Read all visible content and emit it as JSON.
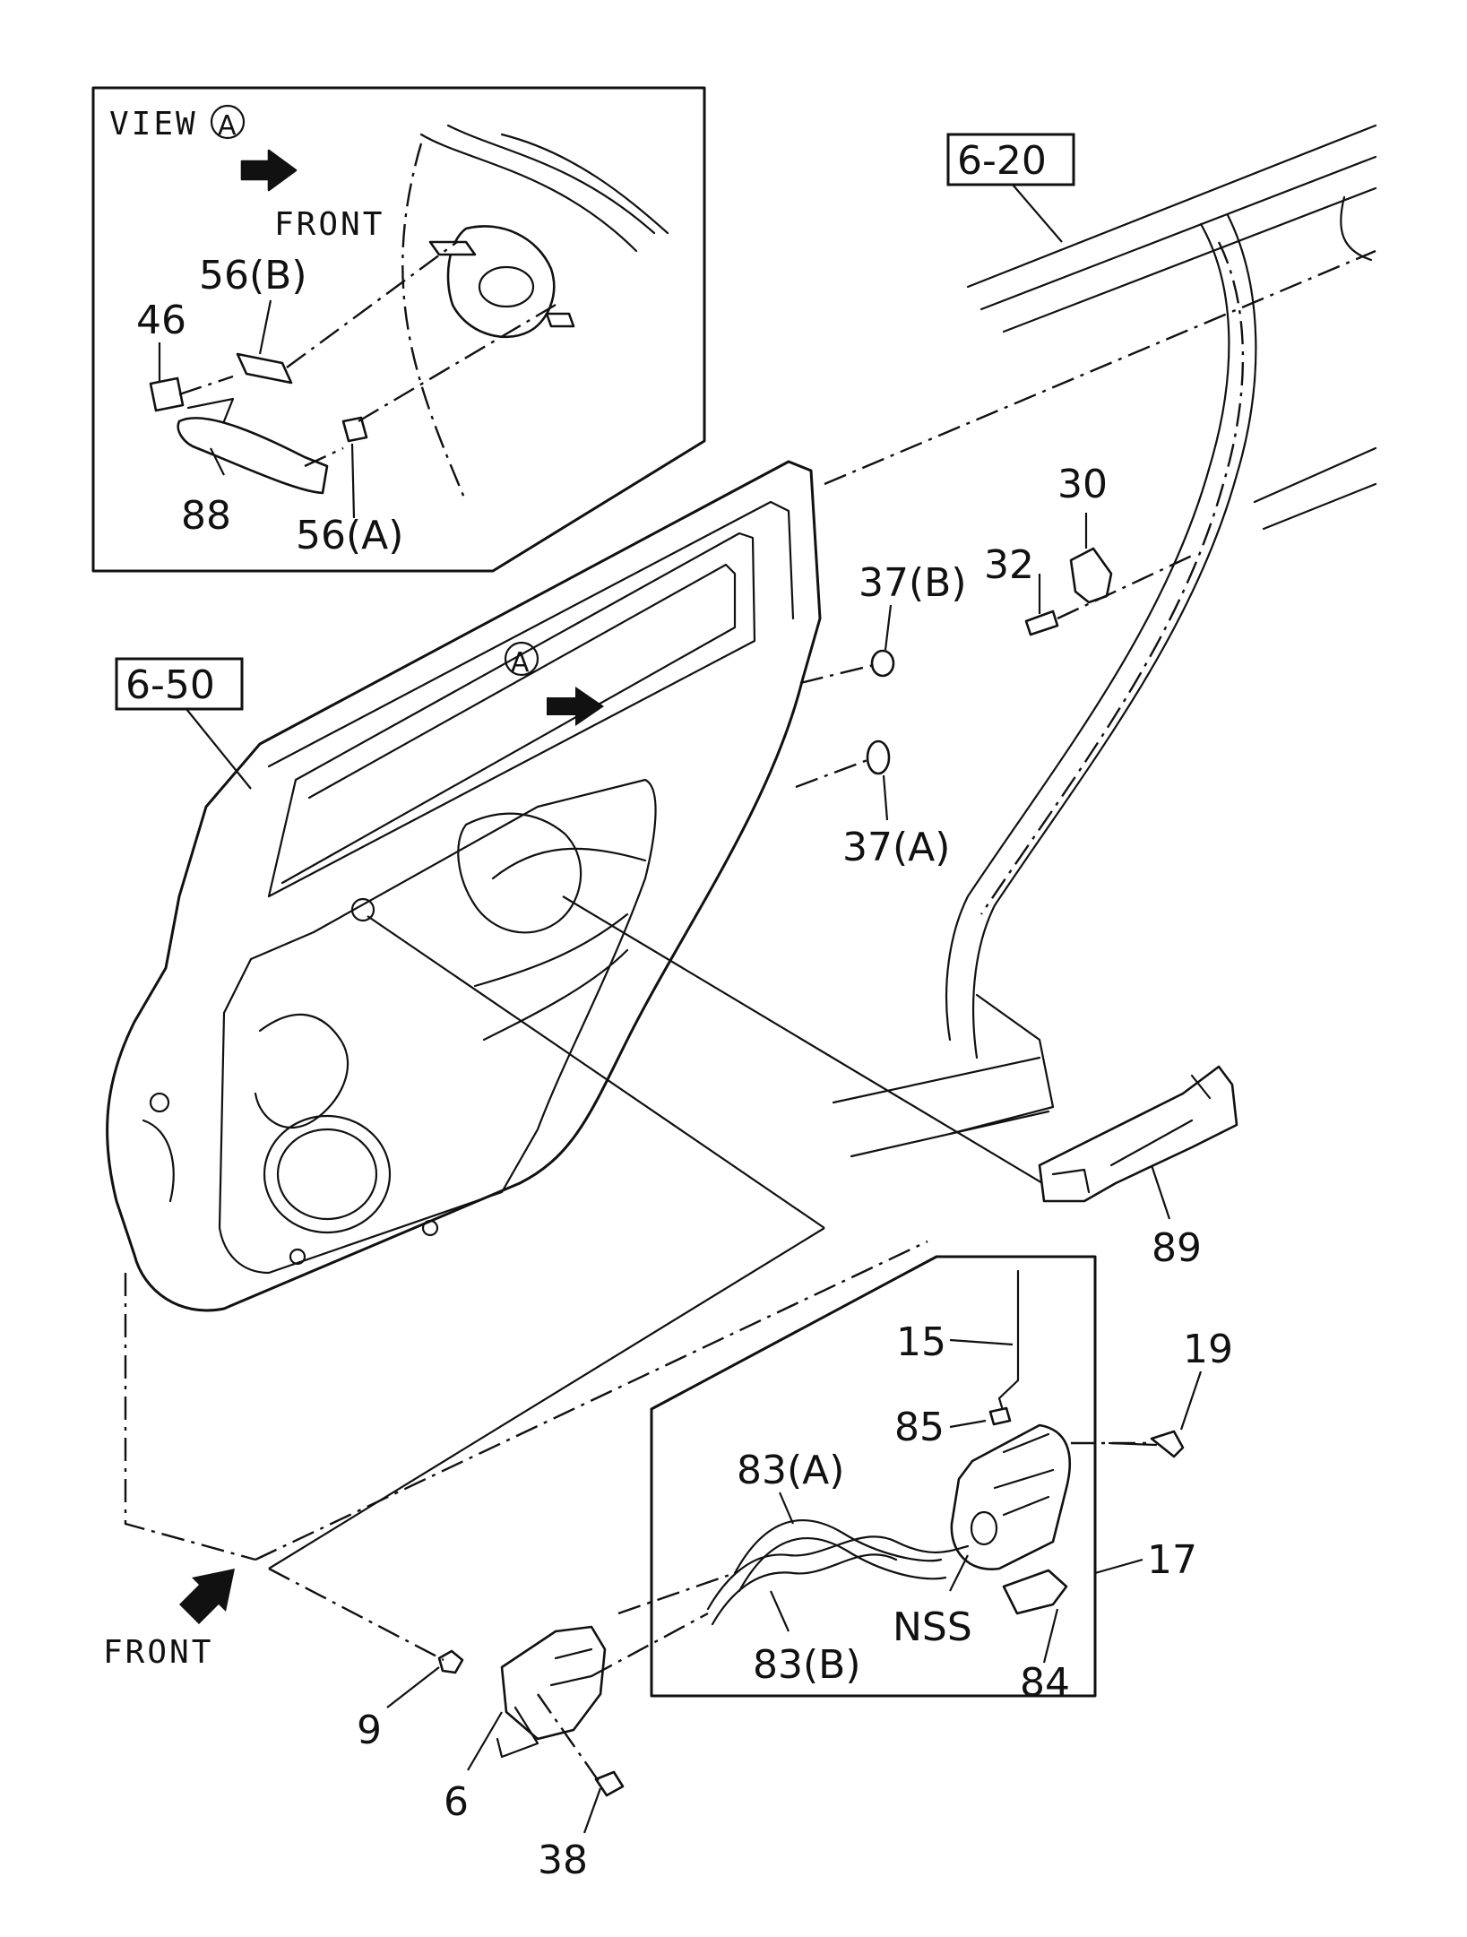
{
  "view_box": {
    "title": "VIEW",
    "circle": "A",
    "front": "FRONT"
  },
  "refs": {
    "top": "6-20",
    "left": "6-50"
  },
  "view_marker": "A",
  "front_bottom": "FRONT",
  "callouts": {
    "c46": "46",
    "c56b": "56(B)",
    "c88": "88",
    "c56a": "56(A)",
    "c30": "30",
    "c32": "32",
    "c37b": "37(B)",
    "c37a": "37(A)",
    "c89": "89",
    "c15": "15",
    "c19": "19",
    "c85": "85",
    "c83a": "83(A)",
    "c83b": "83(B)",
    "c17": "17",
    "cNSS": "NSS",
    "c84": "84",
    "c9": "9",
    "c6": "6",
    "c38": "38"
  }
}
